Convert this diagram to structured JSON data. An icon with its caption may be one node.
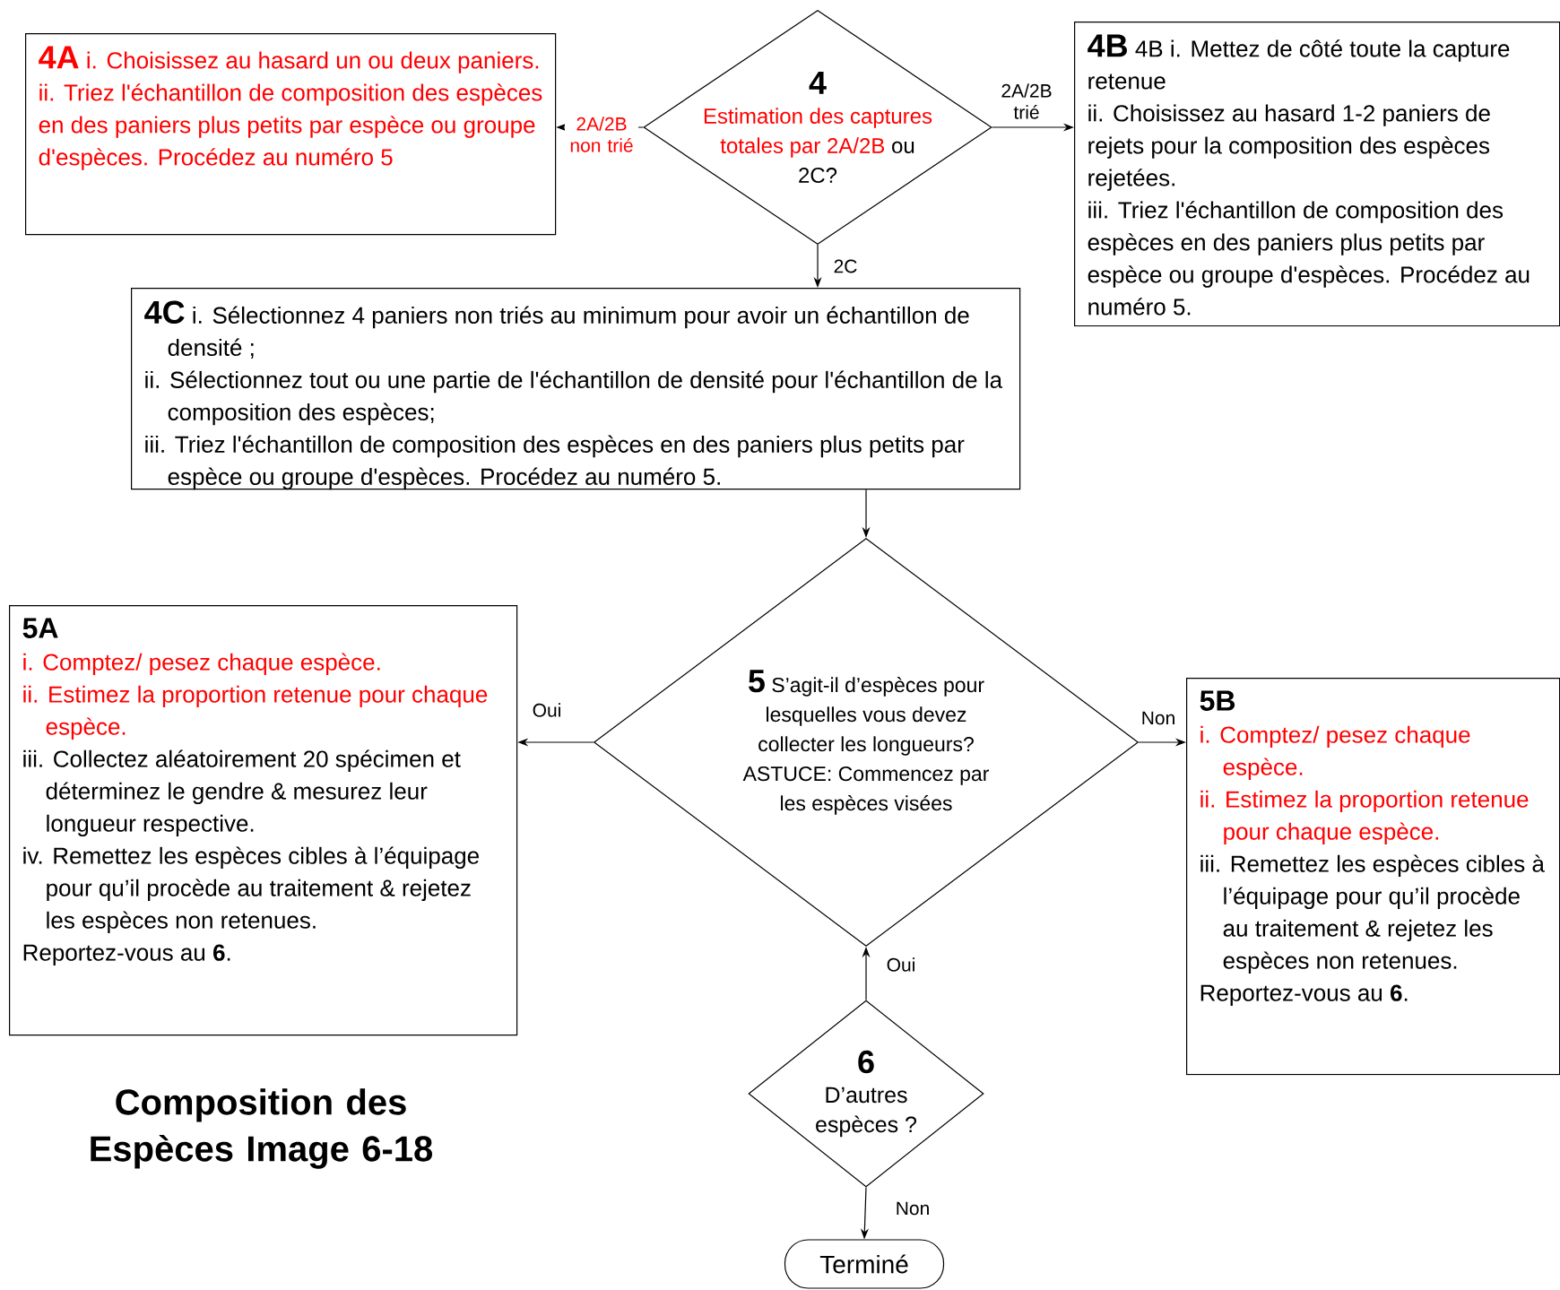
{
  "diagram": {
    "title": "Composition des Espèces Image 6-18",
    "nodes": [
      {
        "text": [
          "4A",
          "i. Choisissez au hasard un ou deux paniers.",
          "ii. Triez l'échantillon de composition des espèces en des paniers plus petits par espèce ou groupe d'espèces. Procédez au numéro 5"
        ]
      },
      {
        "text": [
          "4",
          "Estimation des captures totales par 2A/2B",
          "ou 2C?"
        ]
      },
      {
        "text": [
          "4B",
          "4B i. Mettez de côté toute la capture retenue",
          "ii. Choisissez au hasard 1-2 paniers de rejets pour la composition des espèces rejetées.",
          "iii. Triez l'échantillon de composition des espèces en des paniers plus petits par espèce ou groupe d'espèces. Procédez au numéro 5."
        ]
      },
      {
        "text": [
          "4C",
          "i. Sélectionnez 4 paniers non triés au minimum pour avoir un échantillon de densité ;",
          "ii. Sélectionnez tout ou une partie de l'échantillon de densité pour l'échantillon de la composition des espèces;",
          "iii. Triez l'échantillon de composition des espèces en des paniers plus petits par espèce ou groupe d'espèces. Procédez au numéro 5."
        ]
      },
      {
        "text": [
          "5",
          "S’agit-il d’espèces pour lesquelles vous devez collecter les longueurs? ASTUCE: Commencez par les espèces visées"
        ]
      },
      {
        "text": [
          "5A",
          "i. Comptez/ pesez chaque espèce.",
          "ii. Estimez la proportion retenue pour chaque espèce.",
          "iii. Collectez aléatoirement 20 spécimen et déterminez le gendre & mesurez leur longueur respective.",
          "iv. Remettez les espèces cibles à l’équipage pour qu’il procède au traitement & rejetez les espèces non retenues.",
          "Reportez-vous au **6**."
        ]
      },
      {
        "text": [
          "5B",
          "i. Comptez/ pesez chaque espèce.",
          "ii. Estimez la proportion retenue pour chaque espèce.",
          "iii. Remettez les espèces cibles à l’équipage pour qu’il procède au traitement & rejetez les espèces non retenues.",
          "Reportez-vous au **6**."
        ]
      },
      {
        "text": [
          "6",
          "D’autres espèces ?"
        ]
      },
      {
        "text": [
          "Terminé"
        ]
      }
    ],
    "edges": [
      {
        "from": 1,
        "to": 0,
        "arrow": "to",
        "label": "2A/2B non trié"
      },
      {
        "from": 1,
        "to": 2,
        "arrow": "to",
        "label": "2A/2B trié"
      },
      {
        "from": 1,
        "to": 3,
        "arrow": "to",
        "label": "2C"
      },
      {
        "from": 3,
        "to": 4,
        "arrow": "to"
      },
      {
        "from": 4,
        "to": 5,
        "arrow": "to",
        "label": "Oui"
      },
      {
        "from": 4,
        "to": 6,
        "arrow": "to",
        "label": "Non"
      },
      {
        "from": 7,
        "to": 4,
        "arrow": "to",
        "label": "Oui"
      },
      {
        "from": 7,
        "to": 8,
        "arrow": "to",
        "label": "Non"
      }
    ]
  }
}
